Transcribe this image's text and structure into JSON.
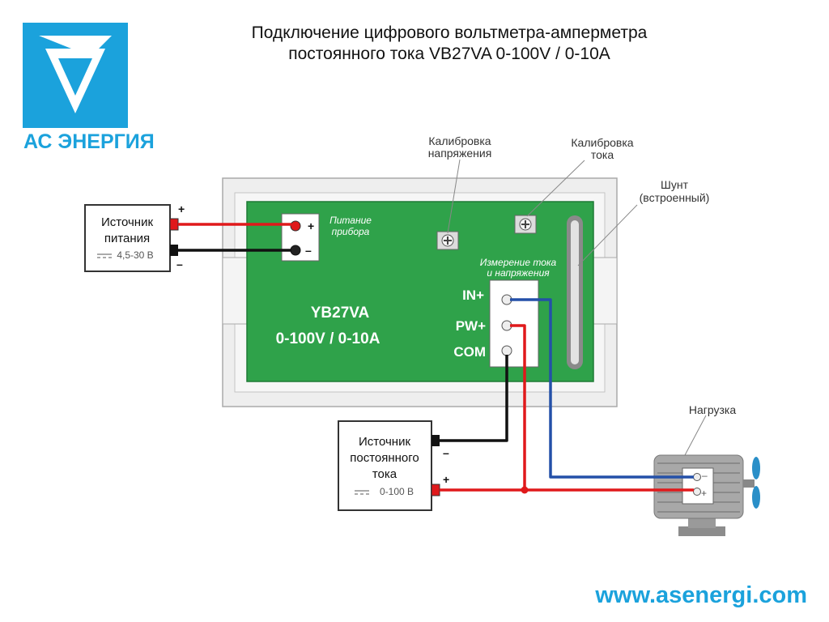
{
  "title": {
    "line1": "Подключение цифрового вольтметра-амперметра",
    "line2": "постоянного тока VB27VA   0-100V / 0-10A"
  },
  "brand": {
    "name": "АС ЭНЕРГИЯ",
    "url": "www.asenergi.com",
    "color": "#1ba2dc"
  },
  "power_supply": {
    "line1": "Источник",
    "line2": "питания",
    "rating": "4,5-30 В",
    "plus": "+",
    "minus": "–"
  },
  "meter": {
    "model": "YB27VA",
    "range": "0-100V / 0-10A",
    "power_label_1": "Питание",
    "power_label_2": "прибора",
    "measure_label_1": "Измерение тока",
    "measure_label_2": "и напряжения",
    "power_plus": "+",
    "power_minus": "–",
    "terminals": [
      "IN+",
      "PW+",
      "COM"
    ],
    "board_color": "#2fa24a"
  },
  "callouts": {
    "voltage_cal_1": "Калибровка",
    "voltage_cal_2": "напряжения",
    "current_cal_1": "Калибровка",
    "current_cal_2": "тока",
    "shunt_1": "Шунт",
    "shunt_2": "(встроенный)",
    "load": "Нагрузка"
  },
  "dc_source": {
    "line1": "Источник",
    "line2": "постоянного",
    "line3": "тока",
    "rating": "0-100 В",
    "plus": "+",
    "minus": "–"
  },
  "load": {
    "plus": "+",
    "minus": "–"
  },
  "wire_colors": {
    "positive": "#e0191b",
    "negative": "#111111",
    "signal": "#2450a8"
  }
}
